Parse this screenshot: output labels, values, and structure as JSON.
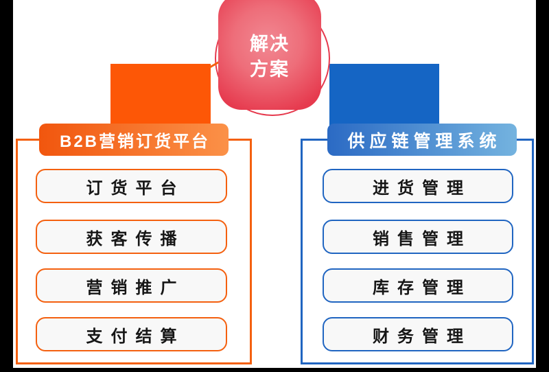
{
  "center_node": {
    "line1": "解决",
    "line2": "方案"
  },
  "left_panel": {
    "header": "B2B营销订货平台",
    "items": [
      "订货平台",
      "获客传播",
      "营销推广",
      "支付结算"
    ]
  },
  "right_panel": {
    "header": "供应链管理系统",
    "items": [
      "进货管理",
      "销售管理",
      "库存管理",
      "财务管理"
    ]
  },
  "colors": {
    "left_accent": "#f4600f",
    "left_block": "#fd5706",
    "left_header_gradient_start": "#f1560e",
    "left_header_gradient_end": "#fb9148",
    "right_accent": "#2065c1",
    "right_block": "#1565c4",
    "right_header_gradient_start": "#2b6ac4",
    "right_header_gradient_end": "#74b3df",
    "center_red": "#e6394d",
    "item_background": "#f8f8f8",
    "frame_background": "#000000"
  }
}
